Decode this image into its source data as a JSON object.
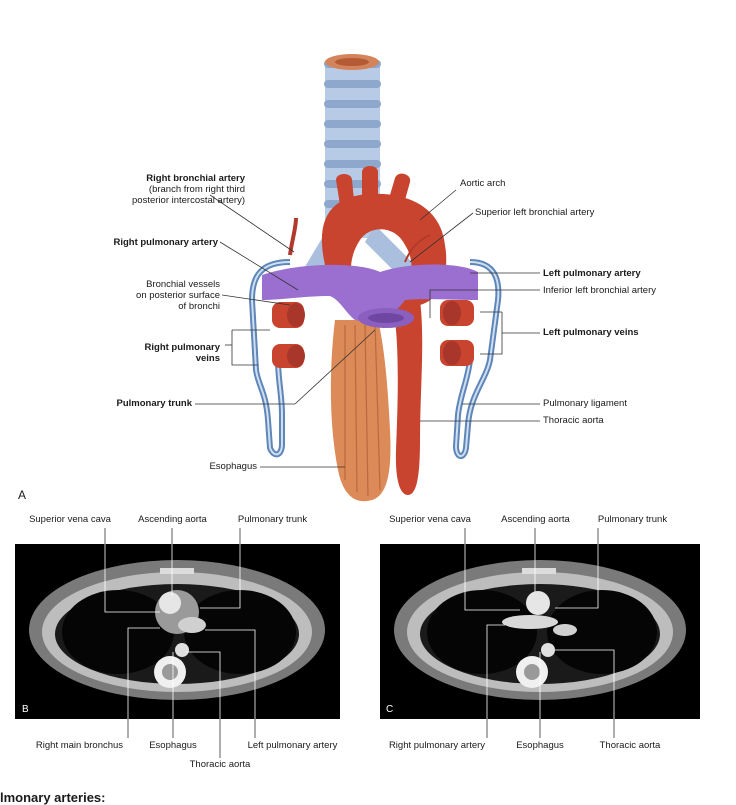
{
  "figure": {
    "panel_a": "A",
    "panel_b": "B",
    "panel_c": "C",
    "colors": {
      "aorta": "#c9442f",
      "pulmonary": "#9a6fd0",
      "esophagus": "#d9824f",
      "trachea": "#9fb8d8",
      "pleura": "#5e86b8"
    }
  },
  "diagram_labels": {
    "right_bronchial_artery": "Right bronchial artery",
    "right_bronchial_artery_note_1": "(branch from right third",
    "right_bronchial_artery_note_2": "posterior intercostal artery)",
    "right_pulmonary_artery": "Right pulmonary artery",
    "bronchial_vessels_1": "Bronchial vessels",
    "bronchial_vessels_2": "on posterior surface",
    "bronchial_vessels_3": "of bronchi",
    "right_pulmonary_veins_1": "Right pulmonary",
    "right_pulmonary_veins_2": "veins",
    "pulmonary_trunk": "Pulmonary trunk",
    "esophagus": "Esophagus",
    "aortic_arch": "Aortic arch",
    "superior_left_bronchial_artery": "Superior left bronchial artery",
    "left_pulmonary_artery": "Left pulmonary artery",
    "inferior_left_bronchial_artery": "Inferior left bronchial artery",
    "left_pulmonary_veins": "Left pulmonary veins",
    "pulmonary_ligament": "Pulmonary ligament",
    "thoracic_aorta": "Thoracic aorta"
  },
  "ct_b": {
    "top": [
      "Superior vena cava",
      "Ascending aorta",
      "Pulmonary trunk"
    ],
    "bottom": [
      "Right main bronchus",
      "Esophagus",
      "Left pulmonary artery"
    ],
    "bottom_extra": "Thoracic aorta"
  },
  "ct_c": {
    "top": [
      "Superior vena cava",
      "Ascending aorta",
      "Pulmonary trunk"
    ],
    "bottom": [
      "Right pulmonary artery",
      "Esophagus",
      "Thoracic aorta"
    ]
  },
  "footer_text": "lmonary arteries:"
}
